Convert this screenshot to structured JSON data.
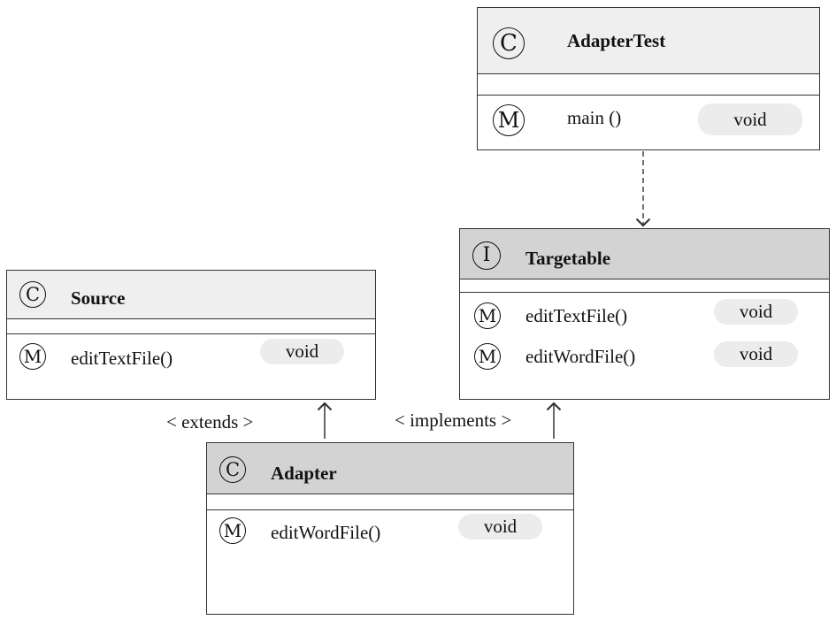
{
  "classes": {
    "adapter_test": {
      "badge": "C",
      "name": "AdapterTest",
      "methods": [
        {
          "badge": "M",
          "name": "main ()",
          "return_type": "void"
        }
      ]
    },
    "targetable": {
      "badge": "I",
      "name": "Targetable",
      "methods": [
        {
          "badge": "M",
          "name": "editTextFile()",
          "return_type": "void"
        },
        {
          "badge": "M",
          "name": "editWordFile()",
          "return_type": "void"
        }
      ]
    },
    "source": {
      "badge": "C",
      "name": "Source",
      "methods": [
        {
          "badge": "M",
          "name": "editTextFile()",
          "return_type": "void"
        }
      ]
    },
    "adapter": {
      "badge": "C",
      "name": "Adapter",
      "methods": [
        {
          "badge": "M",
          "name": "editWordFile()",
          "return_type": "void"
        }
      ]
    }
  },
  "relations": {
    "extends_label": "< extends >",
    "implements_label": "< implements >"
  },
  "colors": {
    "header_light": "#efefef",
    "header_dark": "#d3d3d3",
    "pill": "#ececec",
    "border": "#333333"
  }
}
